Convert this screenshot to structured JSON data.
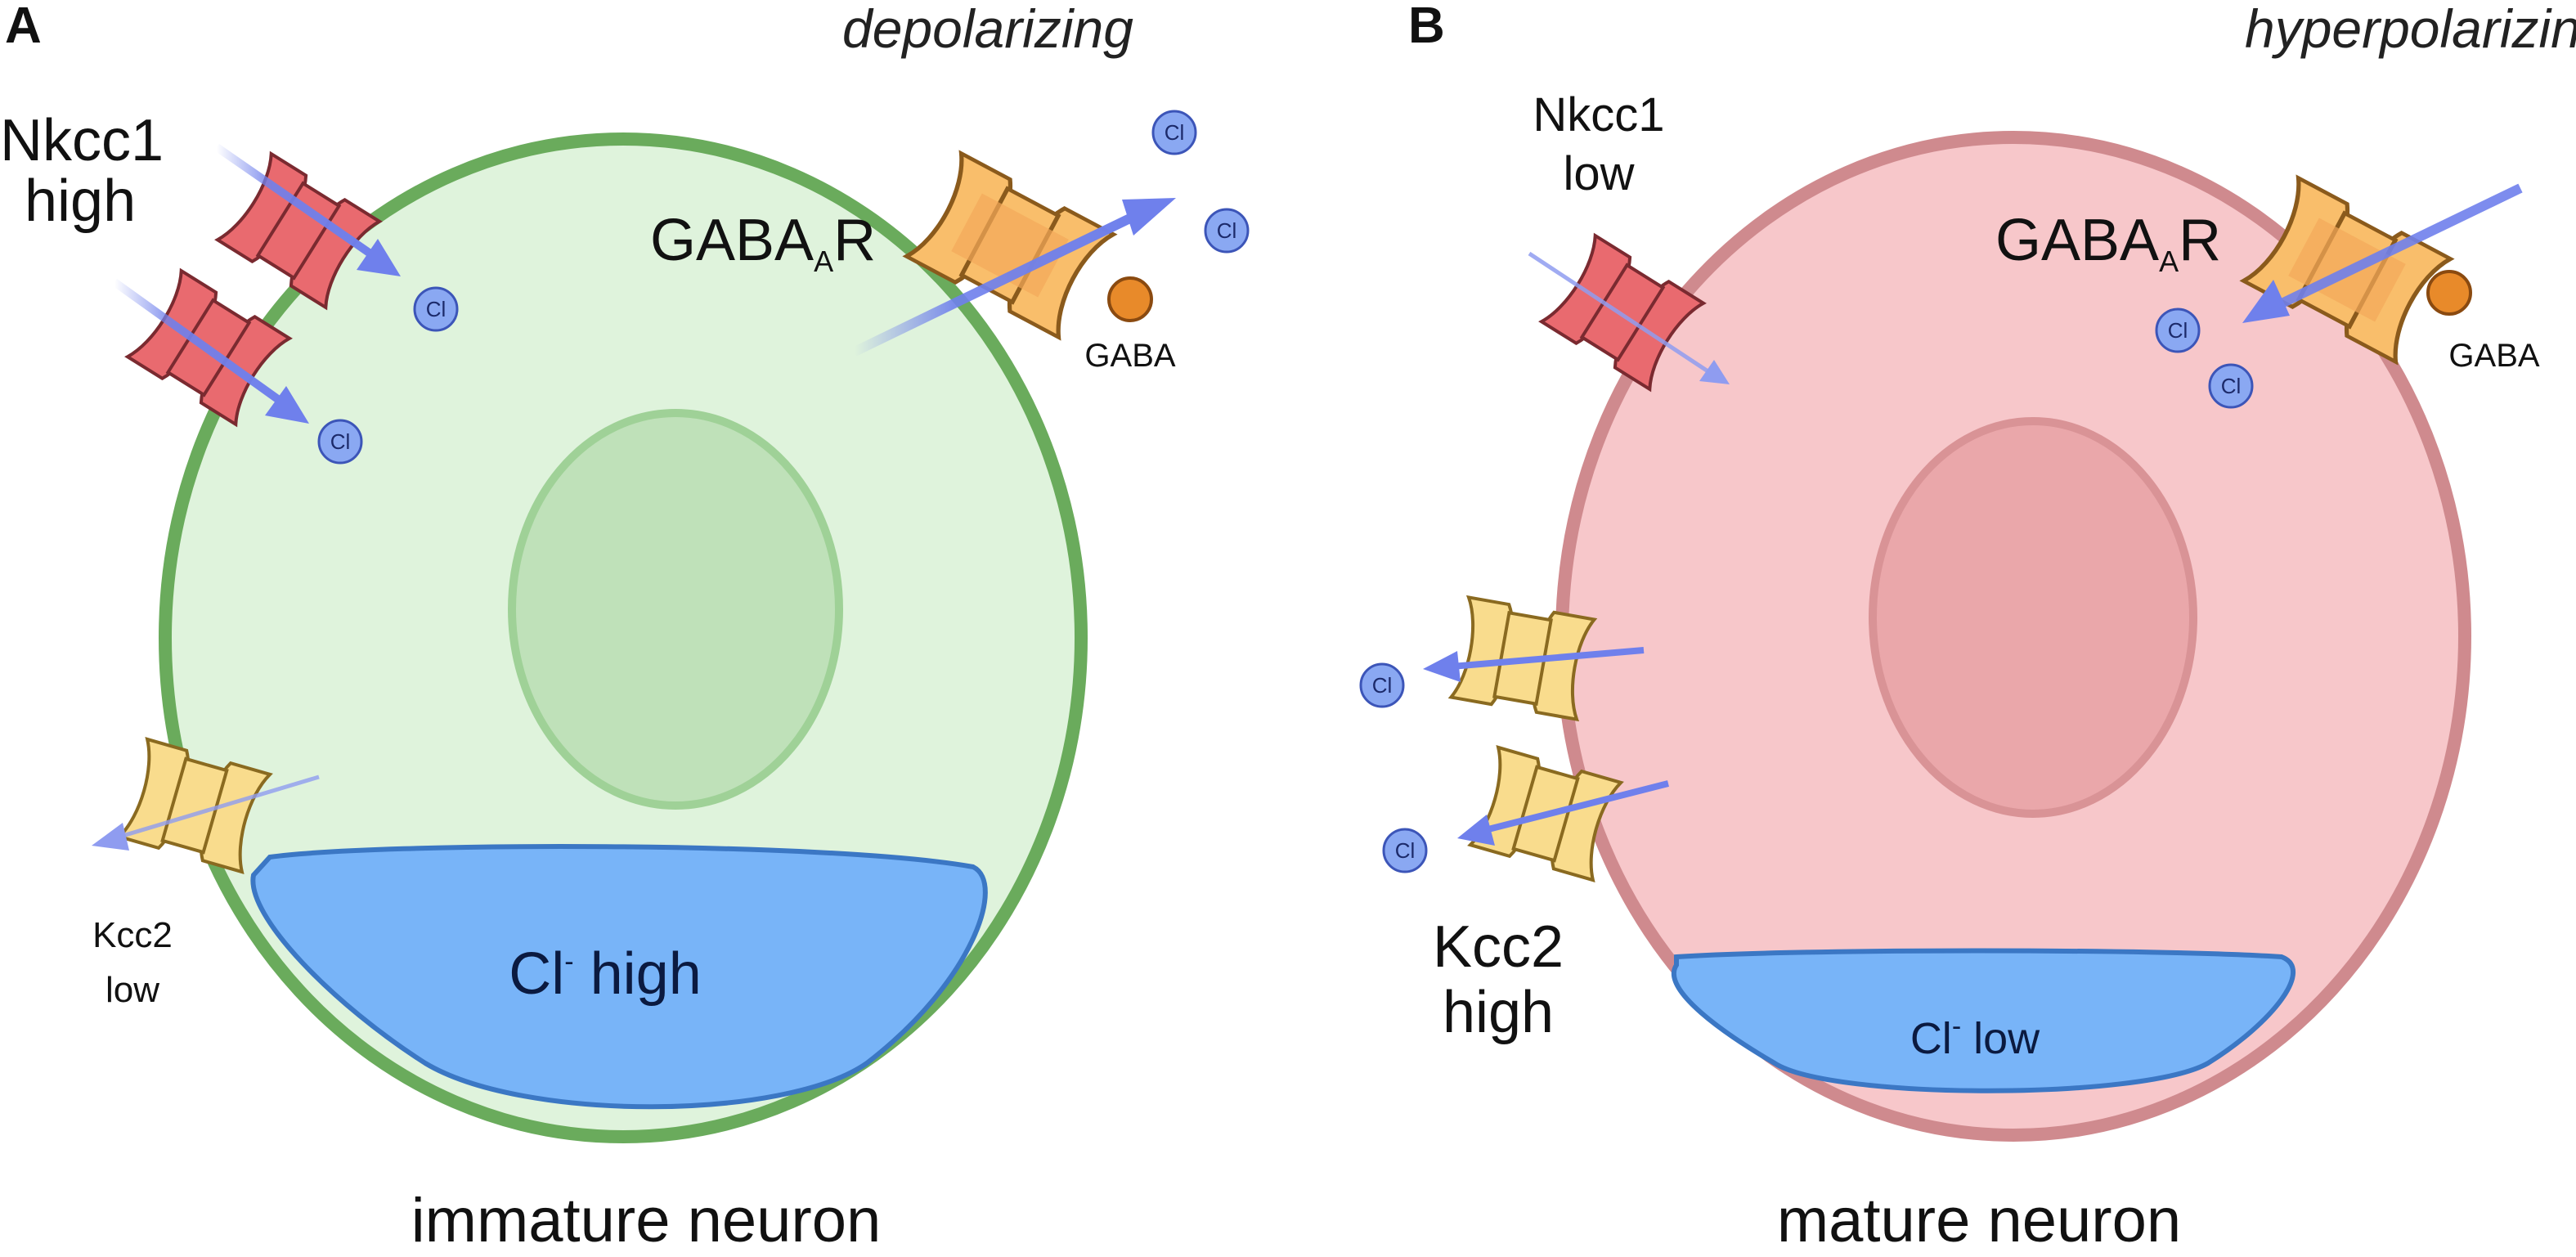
{
  "panels": [
    {
      "letter": "A",
      "mode": "depolarizing",
      "nkcc1_line1": "Nkcc1",
      "nkcc1_line2": "high",
      "gabaar_main": "GABA",
      "gabaar_sub": "A",
      "gabaar_end": "R",
      "gaba_label": "GABA",
      "kcc2_line1": "Kcc2",
      "kcc2_line2": "low",
      "chloride_main": "Cl",
      "chloride_sup": "-",
      "chloride_level": "high",
      "caption": "immature neuron",
      "colors": {
        "membrane": "#6aab5c",
        "cytoplasm": "#dff3dc",
        "nucleus": "#bfe1b9",
        "nucleus_edge": "#9fd197"
      }
    },
    {
      "letter": "B",
      "mode": "hyperpolarizing",
      "nkcc1_line1": "Nkcc1",
      "nkcc1_line2": "low",
      "gabaar_main": "GABA",
      "gabaar_sub": "A",
      "gabaar_end": "R",
      "gaba_label": "GABA",
      "kcc2_line1": "Kcc2",
      "kcc2_line2": "high",
      "chloride_main": "Cl",
      "chloride_sup": "-",
      "chloride_level": "low",
      "caption": "mature neuron",
      "colors": {
        "membrane": "#cf8a8e",
        "cytoplasm": "#f7c7ca",
        "nucleus": "#eaa7aa",
        "nucleus_edge": "#d99396"
      }
    }
  ],
  "ion_label": "Cl",
  "colors": {
    "chloride_pool": "#78b4f8",
    "chloride_pool_edge": "#3b77c4",
    "ion_fill": "#8aa8f2",
    "ion_edge": "#3c55b8",
    "arrow": "#6f80ec",
    "nkcc1": "#e96a6f",
    "kcc2": "#f9dc8d",
    "gabaar": "#f9be6b",
    "gaba_ligand": "#e88a2a"
  },
  "icons": {
    "nkcc1_transporter": "transporter-icon",
    "kcc2_transporter": "transporter-icon",
    "gabaa_receptor": "receptor-channel-icon",
    "gaba_ligand": "ligand-dot-icon",
    "chloride_ion": "ion-icon"
  }
}
